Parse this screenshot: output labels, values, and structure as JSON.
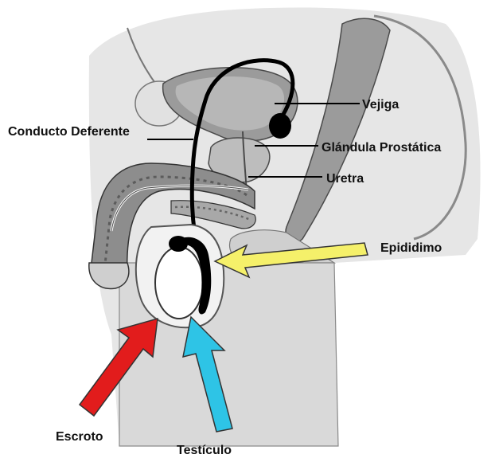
{
  "labels": {
    "vejiga": "Vejiga",
    "conducto_deferente": "Conducto Deferente",
    "glandula_prostatica": "Glándula Prostática",
    "uretra": "Uretra",
    "epididimo": "Epididimo",
    "escroto": "Escroto",
    "testiculo": "Testículo"
  },
  "colors": {
    "escroto_arrow": "#e21c1c",
    "testiculo_arrow": "#2ec4e6",
    "epididimo_arrow": "#f5f06a",
    "tissue_dark": "#9b9b9b",
    "tissue_light": "#d6d6d6",
    "tissue_mid": "#bdbdbd",
    "duct": "#000000"
  }
}
